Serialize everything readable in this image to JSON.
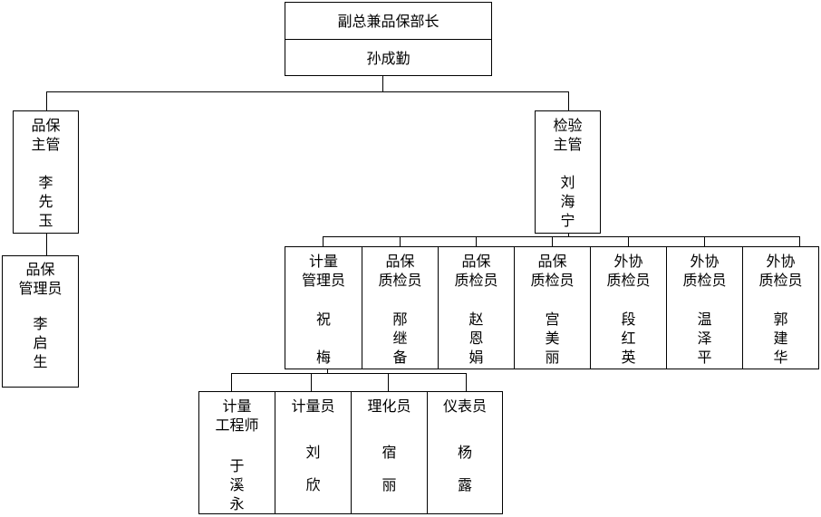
{
  "top": {
    "title": "副总兼品保部长",
    "name": "孙成勤"
  },
  "left_supervisor": {
    "title": "品保\n主管",
    "name": "李\n先\n玉"
  },
  "right_supervisor": {
    "title": "检验\n主管",
    "name": "刘\n海\n宁"
  },
  "left_staff": {
    "title": "品保\n管理员",
    "name": "李\n启\n生"
  },
  "inspectors": [
    {
      "title": "计量\n管理员",
      "name": "祝\n\n梅"
    },
    {
      "title": "品保\n质检员",
      "name": "邴\n继\n备"
    },
    {
      "title": "品保\n质检员",
      "name": "赵\n恩\n娟"
    },
    {
      "title": "品保\n质检员",
      "name": "宫\n美\n丽"
    },
    {
      "title": "外协\n质检员",
      "name": "段\n红\n英"
    },
    {
      "title": "外协\n质检员",
      "name": "温\n泽\n平"
    },
    {
      "title": "外协\n质检员",
      "name": "郭\n建\n华"
    }
  ],
  "metrology_team": [
    {
      "title": "计量\n工程师",
      "name": "于\n溪\n永"
    },
    {
      "title": "计量员",
      "name": "刘\n欣"
    },
    {
      "title": "理化员",
      "name": "宿\n丽"
    },
    {
      "title": "仪表员",
      "name": "杨\n露"
    }
  ]
}
